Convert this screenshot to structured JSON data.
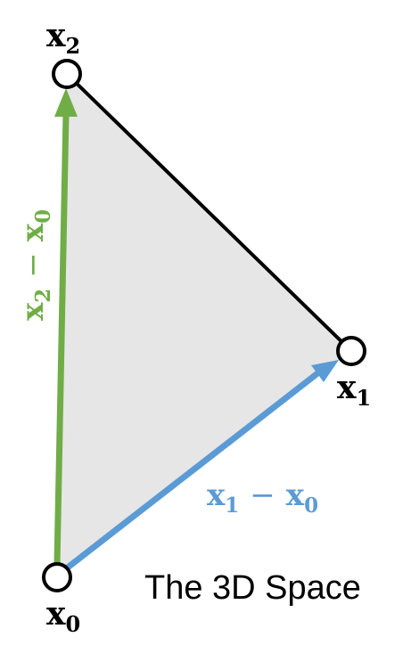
{
  "vertices": {
    "x0": {
      "base": "x",
      "sub": "0"
    },
    "x1": {
      "base": "x",
      "sub": "1"
    },
    "x2": {
      "base": "x",
      "sub": "2"
    }
  },
  "edges": {
    "x1_minus_x0": {
      "a": "x",
      "a_sub": "1",
      "op": "−",
      "b": "x",
      "b_sub": "0"
    },
    "x2_minus_x0": {
      "a": "x",
      "a_sub": "2",
      "op": "−",
      "b": "x",
      "b_sub": "0"
    }
  },
  "caption": "The 3D Space",
  "colors": {
    "triangle_fill": "#e6e6e6",
    "edge_black": "#000000",
    "vector_blue": "#5b9bd5",
    "vector_green": "#70ad47",
    "vertex_fill": "#ffffff"
  }
}
